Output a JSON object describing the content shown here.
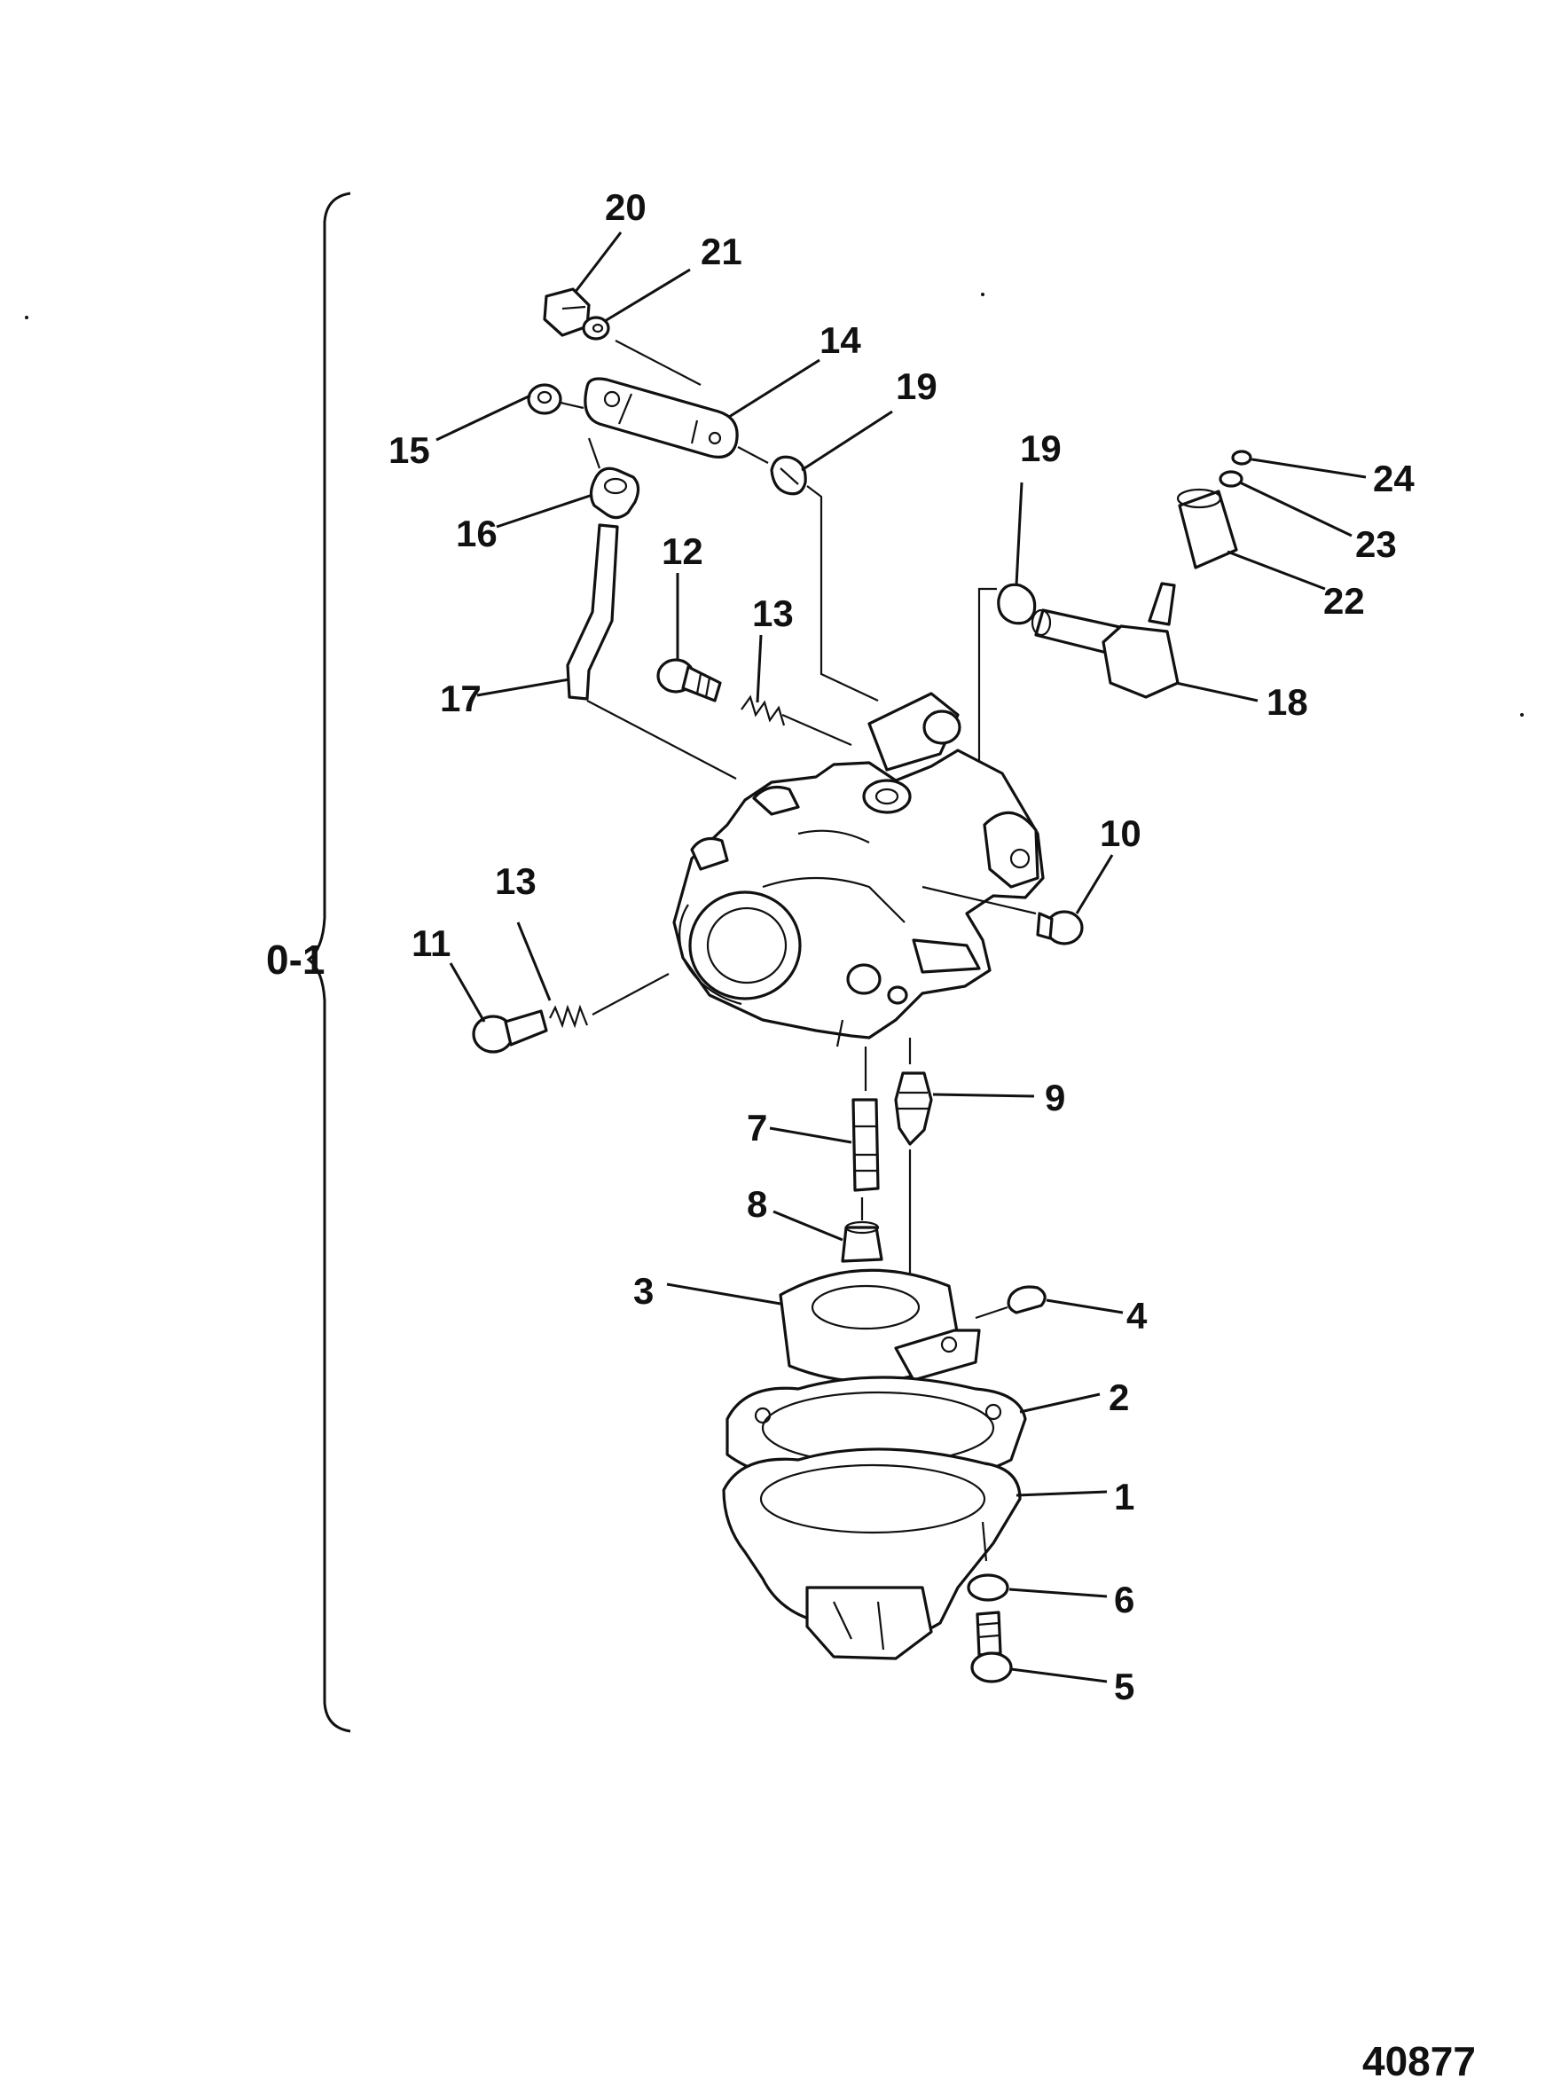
{
  "assembly_label": "0-1",
  "figure_id": "40877",
  "callouts": {
    "c1": "1",
    "c2": "2",
    "c3": "3",
    "c4": "4",
    "c5": "5",
    "c6": "6",
    "c7": "7",
    "c8": "8",
    "c9": "9",
    "c10": "10",
    "c11": "11",
    "c12": "12",
    "c13a": "13",
    "c13b": "13",
    "c14": "14",
    "c15": "15",
    "c16": "16",
    "c17": "17",
    "c18": "18",
    "c19a": "19",
    "c19b": "19",
    "c20": "20",
    "c21": "21",
    "c22": "22",
    "c23": "23",
    "c24": "24"
  }
}
